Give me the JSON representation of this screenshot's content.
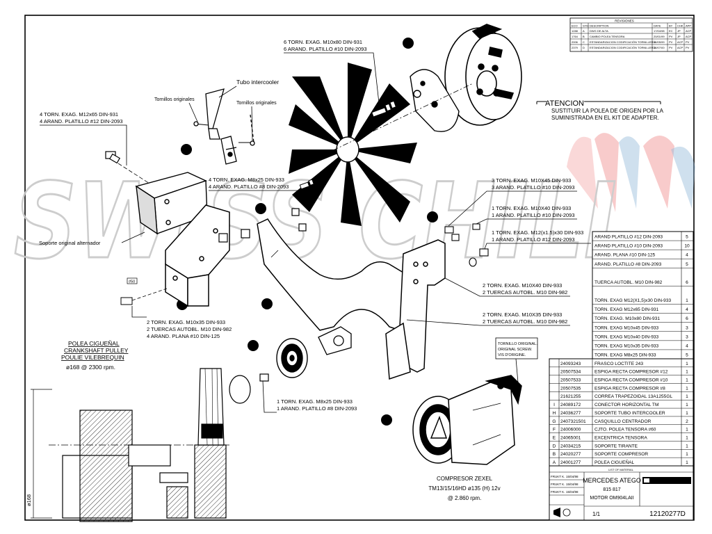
{
  "revisions": {
    "title": "REVISIONES",
    "headers": [
      "ECO",
      "SYM",
      "DESCRIPTION",
      "DATE",
      "BY",
      "CHK",
      "APP"
    ],
    "rows": [
      [
        "1288",
        "A",
        "DWG DE ALTA",
        "17/04/98",
        "EC",
        "JP",
        "ACP"
      ],
      [
        "1764",
        "B",
        "CAMBIO POLEA TENSORA",
        "20/01/99",
        "PV",
        "JP",
        "ACP"
      ],
      [
        "2006",
        "C",
        "ESTANDARIZACION CODIFICACIÓN TORNILLERÍA",
        "10/05/99",
        "PV",
        "ACP",
        "PV"
      ],
      [
        "2379",
        "D",
        "ESTANDARIZACION CODIFICACIÓN TORNILLERÍA",
        "10/07/00",
        "PV",
        "ACP",
        "PV"
      ]
    ]
  },
  "attention": {
    "title": "ATENCION",
    "line1": "SUSTITUIR LA POLEA DE ORIGEN POR LA",
    "line2": "SUMINISTRADA EN EL KIT DE ADAPTER."
  },
  "watermark": {
    "text": "SWISS CHILL"
  },
  "callouts": {
    "fan_bolt_1": "6 TORN. EXAG.  M10x80  DIN-931",
    "fan_bolt_2": "6 ARAND. PLATILLO #10 DIN-2093",
    "tubo_intercooler": "Tubo intercooler",
    "tornillos_orig_left": "Tornillos originales",
    "tornillos_orig_right": "Tornillos originales",
    "left_bolt_1": "4 TORN. EXAG.  M12x65 DIN-931",
    "left_bolt_2": "4 ARAND. PLATILLO #12 DIN-2093",
    "m8_bolt_1": "4 TORN. EXAG.  M8x25 DIN-933",
    "m8_bolt_2": "4 ARAND. PLATILLO #8 DIN-2093",
    "soporte_alternador": "Soporte original alternador",
    "r1_1": "3 TORN. EXAG. M10X45 DIN-933",
    "r1_2": "3 ARAND. PLATILLO #10 DIN-2093",
    "r2_1": "1 TORN. EXAG. M10X40 DIN-933",
    "r2_2": "1 ARAND. PLATILLO #10 DIN-2093",
    "r3_1": "1 TORN. EXAG. M12(x1.5)x30 DIN-933",
    "r3_2": "1 ARAND. PLATILLO #12 DIN-2093",
    "r4_1": "2 TORN. EXAG. M10X40 DIN-933",
    "r4_2": "2 TUERCAS AUTOBL. M10 DIN-982",
    "r5_1": "2 TORN. EXAG. M10X35 DIN-933",
    "r5_2": "2 TUERCAS AUTOBL. M10 DIN-982",
    "bl_1": "2 TORN. EXAG. M10x35 DIN-933",
    "bl_2": "2 TUERCAS AUTOBL. M10 DIN-982",
    "bl_3": "4 ARAND. PLANA #10 DIN-125",
    "pulley_1": "1 TORN. EXAG. M8x25 DIN-933",
    "pulley_2": "1 ARAND. PLATILLO #8 DIN-2093",
    "tag_f": "#50",
    "tornillo_box_1": "TORNILLO ORIGINAL.",
    "tornillo_box_2": "ORIGINAL SCREW.",
    "tornillo_box_3": "VIS D'ORIGINE."
  },
  "pulley_title": {
    "l1": "POLEA CIGUEÑAL",
    "l2": "CRANKSHAFT PULLEY",
    "l3": "POULIE VILEBREQUIN",
    "l4": "ø168 @ 2300 rpm."
  },
  "compressor_title": {
    "l1": "COMPRESOR ZEXEL",
    "l2": "TM13/15/16HD ø135 (H) 12v",
    "l3": "@ 2.860 rpm."
  },
  "dimension": "ø168",
  "hardware_list": [
    [
      "ARAND PLATILLO #12 DIN-2093",
      "5"
    ],
    [
      "ARAND PLATILLO #10 DIN-2093",
      "10"
    ],
    [
      "ARAND. PLANA #10 DIN-125",
      "4"
    ],
    [
      "ARAND. PLATILLO #8 DIN-2093",
      "5"
    ],
    [
      "",
      ""
    ],
    [
      "TUERCA AUTOBL. M10 DIN-982",
      "6"
    ],
    [
      "",
      ""
    ],
    [
      "TORN. EXAG M12(X1,5)x30 DIN-933",
      "1"
    ],
    [
      "TORN. EXAG M12x65 DIN-931",
      "4"
    ],
    [
      "TORN. EXAG. M10x80 DIN-931",
      "6"
    ],
    [
      "TORN. EXAG M10x45 DIN-933",
      "3"
    ],
    [
      "TORN. EXAG M10x40 DIN-933",
      "3"
    ],
    [
      "TORN. EXAG M10x35 DIN-933",
      "4"
    ],
    [
      "TORN. EXAG M8x25 DIN-933",
      "5"
    ]
  ],
  "parts_list": [
    [
      "",
      "24093243",
      "FRASCO LOCTITE 243",
      "1"
    ],
    [
      "",
      "20507534",
      "ESPIGA RECTA COMPRESOR #12",
      "1"
    ],
    [
      "",
      "20507533",
      "ESPIGA RECTA COMPRESOR #10",
      "1"
    ],
    [
      "",
      "20507535",
      "ESPIGA RECTA COMPRESOR #8",
      "1"
    ],
    [
      "",
      "21621255",
      "CORREA TRAPEZOIDAL 13A1255GL",
      "1"
    ],
    [
      "I",
      "24089172",
      "CONECTOR HORIZONTAL TM",
      "1"
    ],
    [
      "H",
      "24036277",
      "SOPORTE TUBO INTERCOOLER",
      "1"
    ],
    [
      "G",
      "2407321501",
      "CASQUILLO CENTRADOR",
      "2"
    ],
    [
      "F",
      "24006000",
      "CJTO. POLEA TENSORA #60",
      "1"
    ],
    [
      "E",
      "24065001",
      "EXCENTRICA TENSORA",
      "1"
    ],
    [
      "D",
      "24034215",
      "SOPORTE TIRANTE",
      "1"
    ],
    [
      "B",
      "24020277",
      "SOPORTE COMPRESOR",
      "1"
    ],
    [
      "A",
      "24001277",
      "POLEA CIGUEÑAL",
      "1"
    ]
  ],
  "title_block": {
    "list_label": "LIST OF MATERIAL",
    "title": "MERCEDES ATEGO",
    "models": "815  817",
    "motor": "MOTOR  OM904LAII",
    "sheet": "1/1",
    "drawing_number": "12120277D",
    "drawn_rows": [
      [
        "FRUKT K.",
        "15/04/98"
      ],
      [
        "FRUKT K.",
        "15/04/98"
      ],
      [
        "FRUKT K.",
        "15/04/98"
      ]
    ]
  },
  "colors": {
    "line": "#000000",
    "watermark_outline": "#c8c8c8",
    "logo_red": "#f08080",
    "logo_blue": "#8ab4d8"
  }
}
